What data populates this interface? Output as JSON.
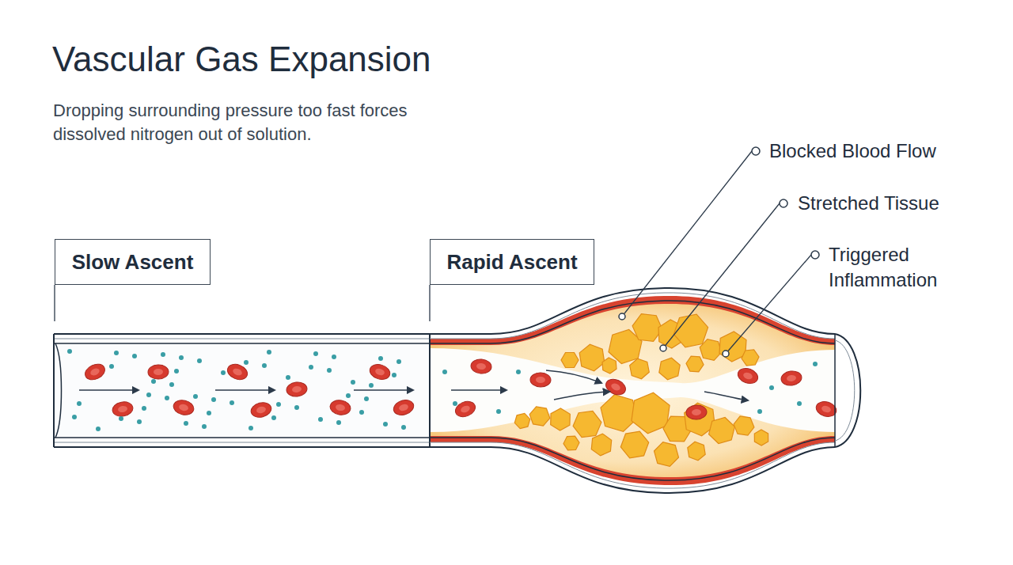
{
  "diagram": {
    "title": "Vascular Gas Expansion",
    "caption": "Dropping surrounding pressure too fast forces dissolved nitrogen out of solution.",
    "nodes": [
      {
        "text": [
          "Slow Ascent"
        ]
      },
      {
        "text": [
          "Rapid Ascent"
        ]
      }
    ],
    "labels": [
      "Blocked Blood Flow",
      "Stretched Tissue",
      "Triggered Inflammation"
    ]
  }
}
